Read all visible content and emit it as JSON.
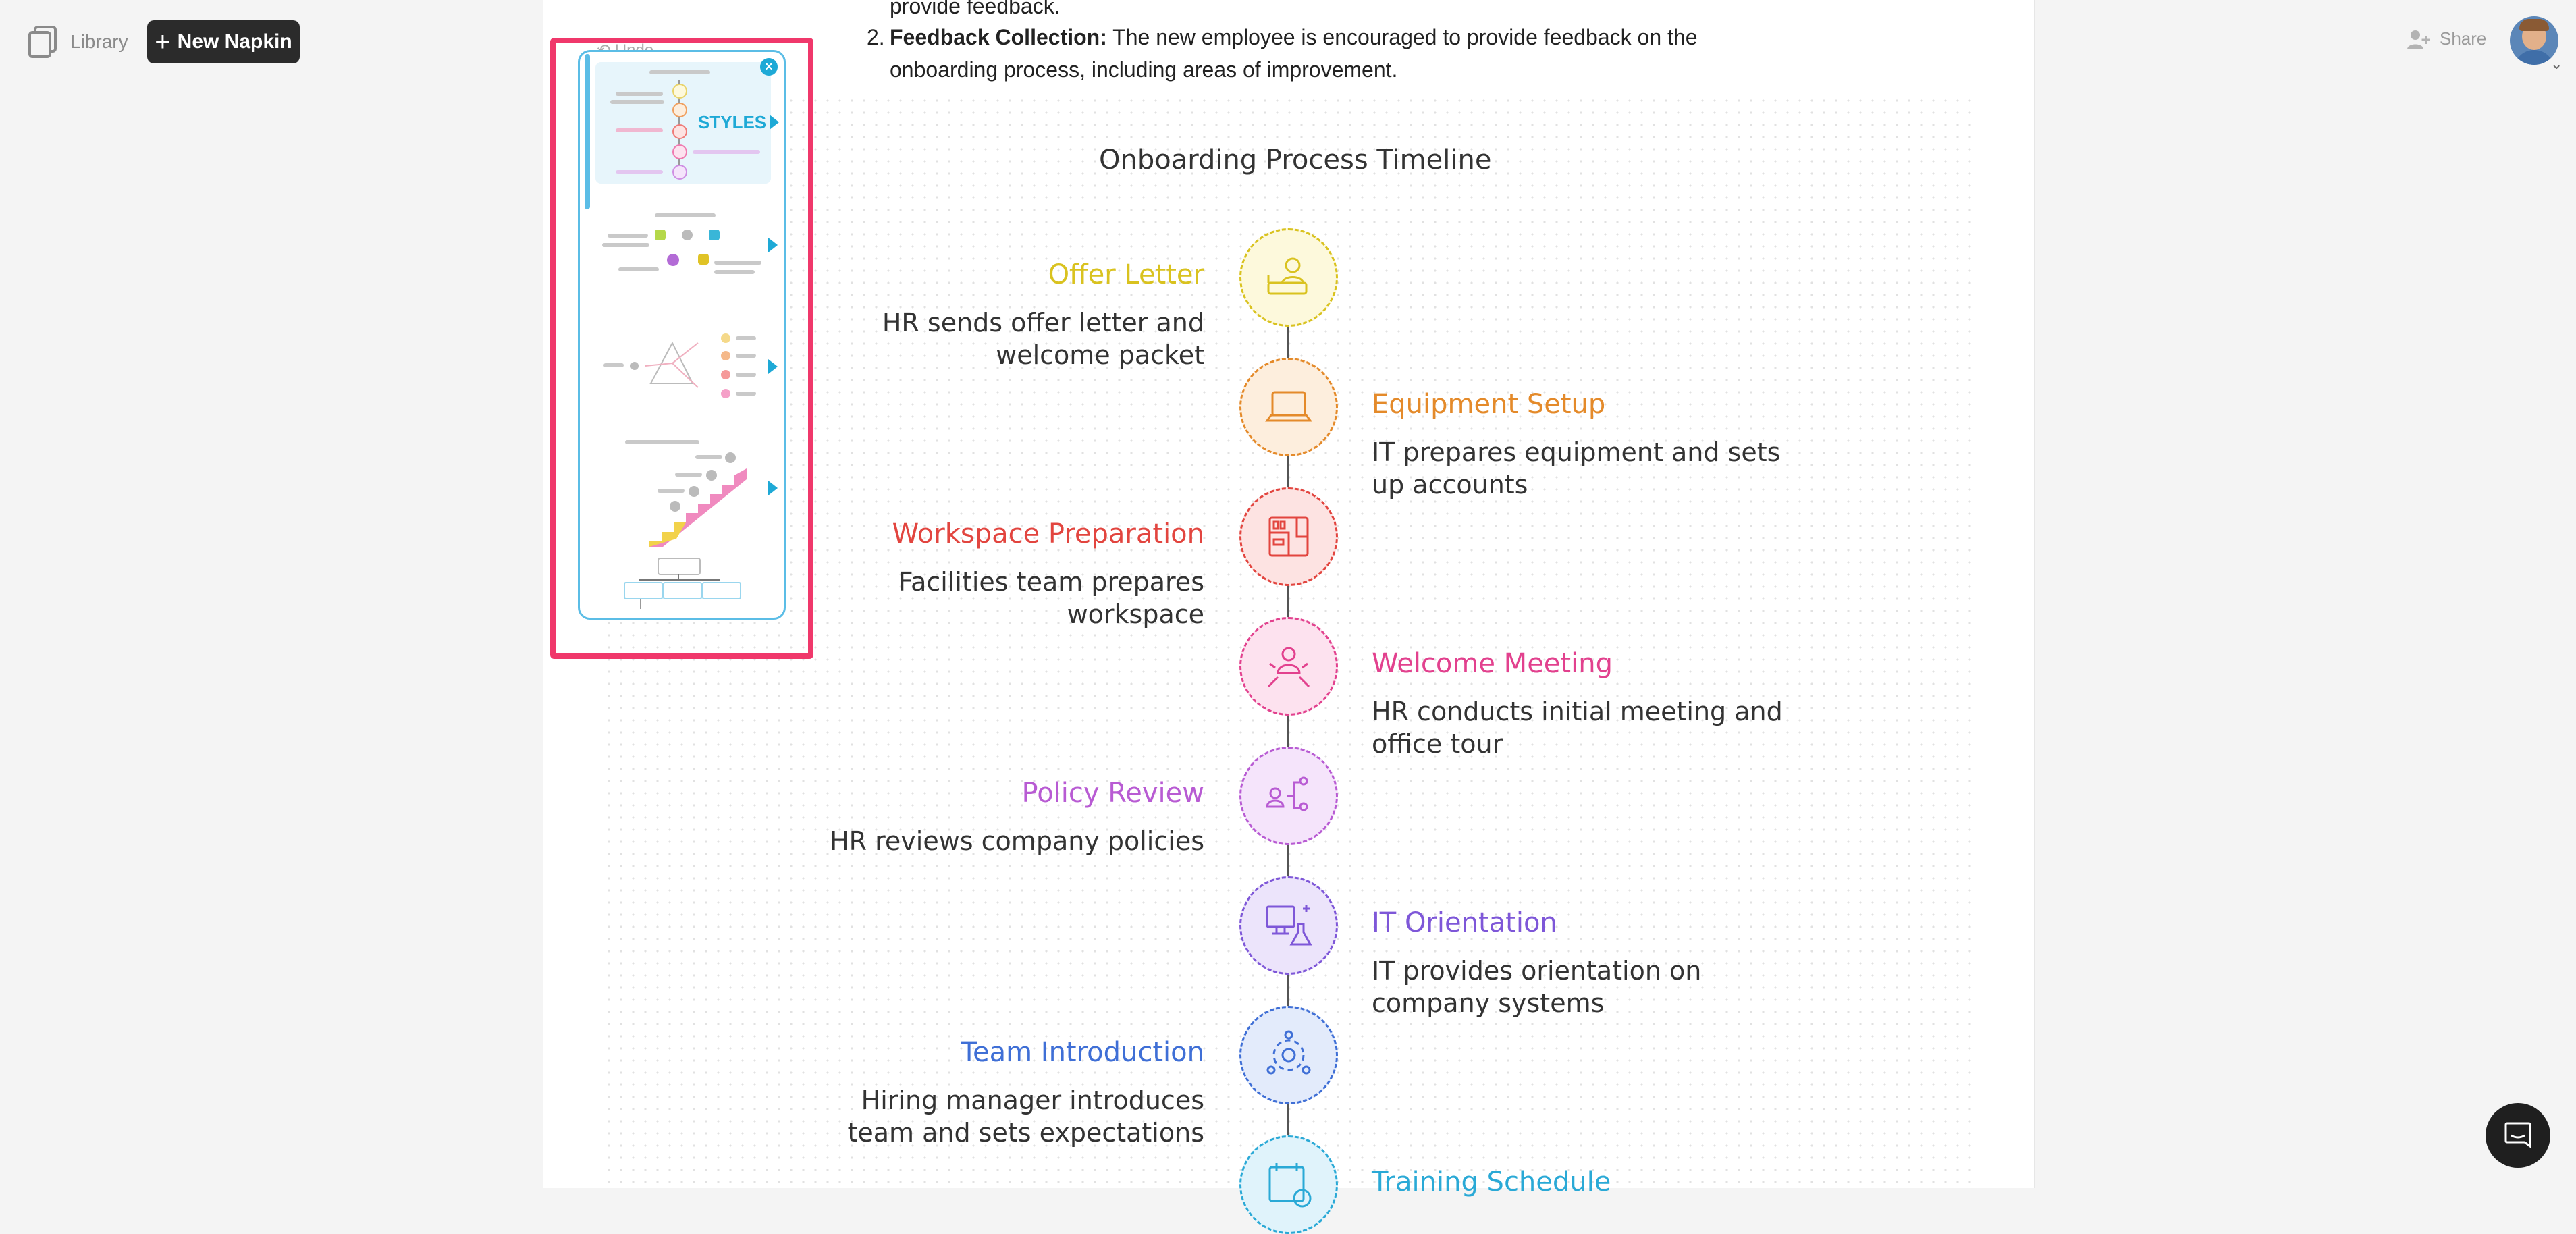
{
  "toolbar": {
    "library_label": "Library",
    "new_napkin_label": "New Napkin",
    "share_label": "Share"
  },
  "document": {
    "line1": "provide feedback.",
    "item_number": "2.",
    "item_bold": "Feedback Collection:",
    "item_rest_1": "The new employee is encouraged to provide feedback on the",
    "item_rest_2": "onboarding process, including areas of improvement."
  },
  "timeline": {
    "title": "Onboarding Process Timeline",
    "steps": [
      {
        "label": "Offer Letter",
        "desc1": "HR sends offer letter and",
        "desc2": "welcome packet",
        "color": "#d9c21f",
        "bg": "#fdf9dc",
        "icon": "offer-letter-icon"
      },
      {
        "label": "Equipment Setup",
        "desc1": "IT prepares equipment and sets",
        "desc2": "up accounts",
        "color": "#e48a2a",
        "bg": "#fdeedd",
        "icon": "laptop-icon"
      },
      {
        "label": "Workspace Preparation",
        "desc1": "Facilities team prepares",
        "desc2": "workspace",
        "color": "#e2453f",
        "bg": "#fde3e2",
        "icon": "office-layout-icon"
      },
      {
        "label": "Welcome Meeting",
        "desc1": "HR conducts initial meeting and",
        "desc2": "office tour",
        "color": "#e2418e",
        "bg": "#fde2ef",
        "icon": "meeting-icon"
      },
      {
        "label": "Policy Review",
        "desc1": "HR reviews company policies",
        "desc2": "",
        "color": "#b85bd3",
        "bg": "#f5e4fb",
        "icon": "org-chart-icon"
      },
      {
        "label": "IT Orientation",
        "desc1": "IT provides orientation on",
        "desc2": "company systems",
        "color": "#7e57d8",
        "bg": "#ece4fb",
        "icon": "computer-flask-icon"
      },
      {
        "label": "Team Introduction",
        "desc1": "Hiring manager introduces",
        "desc2": "team and sets expectations",
        "color": "#3f6fd6",
        "bg": "#e3ebfb",
        "icon": "team-gear-icon"
      },
      {
        "label": "Training Schedule",
        "desc1": "",
        "desc2": "",
        "color": "#2aa9d6",
        "bg": "#e0f3fb",
        "icon": "calendar-icon"
      }
    ]
  },
  "panel": {
    "undo_label": "Undo",
    "styles_label": "STYLES",
    "close_glyph": "×"
  }
}
